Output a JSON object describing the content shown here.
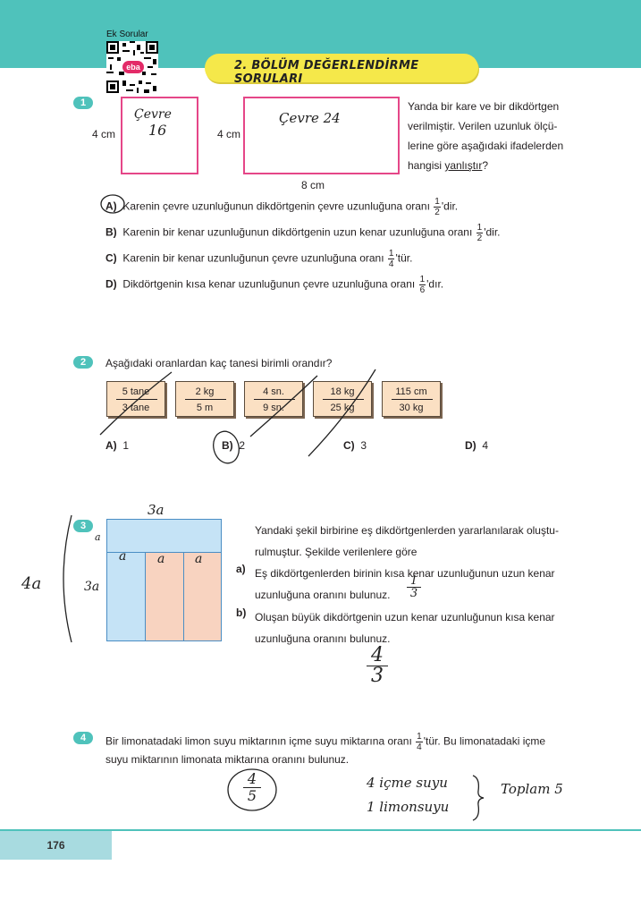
{
  "header": {
    "qr_label": "Ek Sorular",
    "qr_badge": "eba",
    "title": "2. BÖLÜM DEĞERLENDİRME SORULARI"
  },
  "q1": {
    "number": "1",
    "square_side": "4 cm",
    "rect_height": "4 cm",
    "rect_width": "8 cm",
    "hand_square": [
      "Çevre",
      "16"
    ],
    "hand_rect": "Çevre 24",
    "prompt_lines": [
      "Yanda bir kare ve bir dikdörtgen",
      "verilmiştir. Verilen uzunluk ölçü-",
      "lerine göre aşağıdaki ifadelerden",
      "hangisi yanlıştır?"
    ],
    "options": [
      {
        "letter": "A)",
        "text": "Karenin çevre uzunluğunun dikdörtgenin çevre uzunluğuna oranı",
        "num": "1",
        "den": "2",
        "suffix": "'dir."
      },
      {
        "letter": "B)",
        "text": "Karenin bir kenar uzunluğunun dikdörtgenin uzun kenar uzunluğuna oranı",
        "num": "1",
        "den": "2",
        "suffix": "'dir."
      },
      {
        "letter": "C)",
        "text": "Karenin bir kenar uzunluğunun çevre uzunluğuna oranı",
        "num": "1",
        "den": "4",
        "suffix": "'tür."
      },
      {
        "letter": "D)",
        "text": "Dikdörtgenin kısa kenar uzunluğunun çevre uzunluğuna oranı",
        "num": "1",
        "den": "6",
        "suffix": "'dır."
      }
    ]
  },
  "q2": {
    "number": "2",
    "prompt": "Aşağıdaki oranlardan kaç tanesi birimli orandır?",
    "cards": [
      {
        "top": "5 tane",
        "bottom": "3 tane"
      },
      {
        "top": "2 kg",
        "bottom": "5 m"
      },
      {
        "top": "4 sn.",
        "bottom": "9 sn."
      },
      {
        "top": "18 kg",
        "bottom": "25 kg"
      },
      {
        "top": "115 cm",
        "bottom": "30 kg"
      }
    ],
    "answers": [
      {
        "letter": "A)",
        "value": "1"
      },
      {
        "letter": "B)",
        "value": "2"
      },
      {
        "letter": "C)",
        "value": "3"
      },
      {
        "letter": "D)",
        "value": "4"
      }
    ]
  },
  "q3": {
    "number": "3",
    "hand_top": "3a",
    "hand_side_small": "a",
    "hand_left": "4a",
    "hand_left_inner": "3a",
    "hand_cells": [
      "a",
      "a",
      "a"
    ],
    "prompt_lines": [
      "Yandaki şekil birbirine eş dikdörtgenlerden yararlanılarak oluştu-",
      "rulmuştur. Şekilde verilenlere göre"
    ],
    "parts": [
      {
        "letter": "a)",
        "lines": [
          "Eş dikdörtgenlerden birinin kısa kenar uzunluğunun uzun kenar",
          "uzunluğuna oranını bulunuz."
        ],
        "hand_num": "1",
        "hand_den": "3"
      },
      {
        "letter": "b)",
        "lines": [
          "Oluşan büyük dikdörtgenin uzun kenar uzunluğunun kısa kenar",
          "uzunluğuna oranını bulunuz."
        ],
        "hand_num": "4",
        "hand_den": "3"
      }
    ]
  },
  "q4": {
    "number": "4",
    "line1_a": "Bir limonatadaki limon suyu miktarının içme suyu miktarına oranı",
    "frac_num": "1",
    "frac_den": "4",
    "line1_b": "'tür. Bu limonatadaki içme",
    "line2": "suyu miktarının limonata miktarına oranını bulunuz.",
    "hand_answer_num": "4",
    "hand_answer_den": "5",
    "hand_note1": "4 içme suyu",
    "hand_note2": "1 limonsuyu",
    "hand_total": "Toplam 5"
  },
  "footer": {
    "page": "176"
  }
}
